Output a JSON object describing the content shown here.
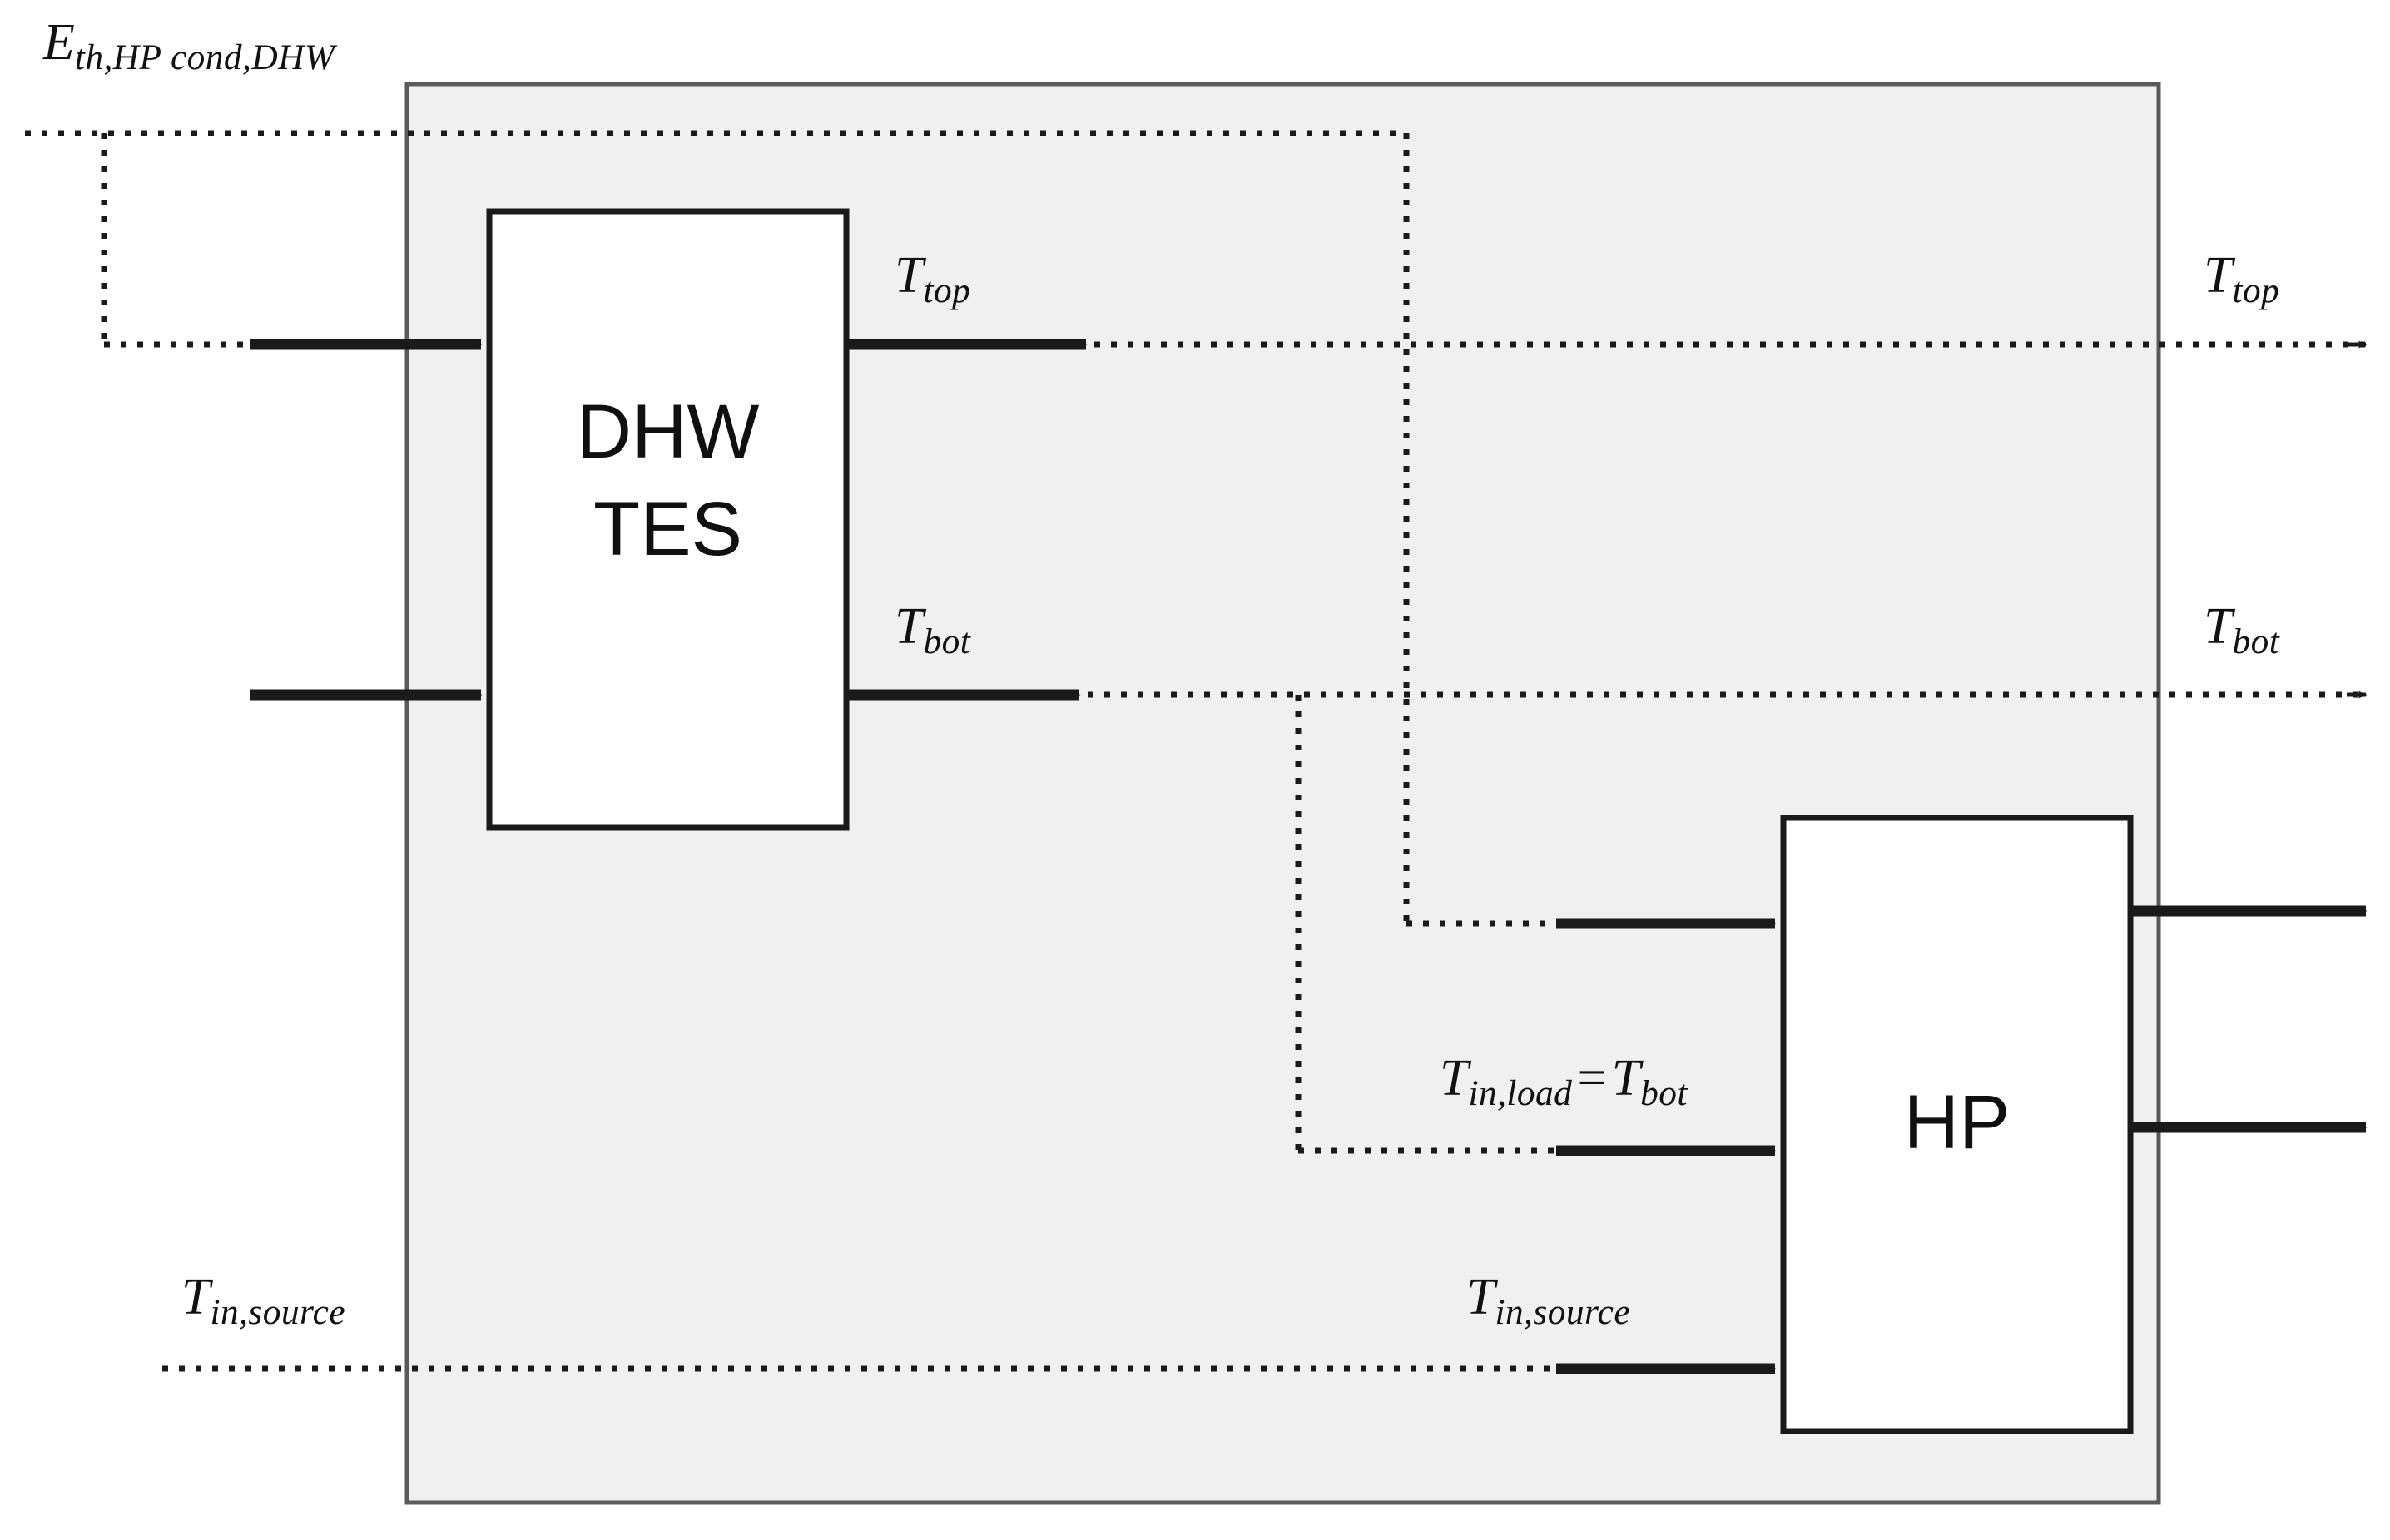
{
  "diagram": {
    "title_label": "E_th,HP cond,DHW",
    "background_color": "#ffffff",
    "envelope_fill": "#f0f0f0",
    "envelope_stroke": "#555555",
    "block_fill": "#ffffff",
    "block_stroke": "#1a1a1a",
    "line_color": "#1a1a1a"
  },
  "blocks": [
    {
      "id": "dhw-tes",
      "line1": "DHW",
      "line2": "TES"
    },
    {
      "id": "hp",
      "line1": "HP"
    }
  ],
  "labels": {
    "energy_input": {
      "base": "E",
      "sub": "th,HP cond,DHW"
    },
    "t_top_inner": {
      "base": "T",
      "sub": "top"
    },
    "t_bot_inner": {
      "base": "T",
      "sub": "bot"
    },
    "t_top_outer": {
      "base": "T",
      "sub": "top"
    },
    "t_bot_outer": {
      "base": "T",
      "sub": "bot"
    },
    "t_in_load": {
      "base": "T",
      "sub": "in,load",
      "eq": "=",
      "base2": "T",
      "sub2": "bot"
    },
    "t_in_source_left": {
      "base": "T",
      "sub": "in,source"
    },
    "t_in_source_hp": {
      "base": "T",
      "sub": "in,source"
    }
  },
  "flows": [
    {
      "name": "energy-to-tes",
      "style": "dotted-then-solid-arrow",
      "target": "dhw-tes"
    },
    {
      "name": "cold-water-to-tes",
      "style": "solid-arrow",
      "target": "dhw-tes"
    },
    {
      "name": "tes-t-top-out",
      "style": "solid-arrow-then-dotted",
      "label": "T_top"
    },
    {
      "name": "tes-t-bot-out",
      "style": "solid-arrow-then-dotted",
      "label": "T_bot"
    },
    {
      "name": "t-top-export",
      "style": "dotted-arrow",
      "label": "T_top"
    },
    {
      "name": "t-bot-export",
      "style": "dotted-arrow",
      "label": "T_bot"
    },
    {
      "name": "energy-branch-to-hp",
      "style": "dotted-then-solid-arrow",
      "target": "hp"
    },
    {
      "name": "t-bot-branch-to-hp",
      "style": "dotted-then-solid-arrow",
      "target": "hp",
      "label": "T_in,load = T_bot"
    },
    {
      "name": "source-to-hp",
      "style": "dotted-then-solid-arrow",
      "target": "hp",
      "label": "T_in,source"
    },
    {
      "name": "hp-out-upper",
      "style": "solid-arrow"
    },
    {
      "name": "hp-out-lower",
      "style": "solid-arrow"
    }
  ]
}
